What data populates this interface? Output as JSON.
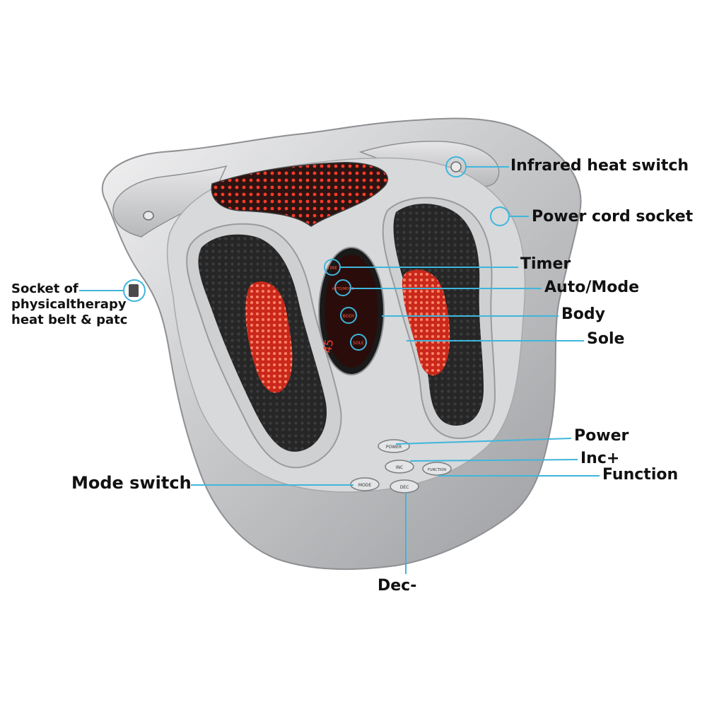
{
  "labels": {
    "infrared_heat_switch": "Infrared heat switch",
    "power_cord_socket": "Power cord socket",
    "timer": "Timer",
    "auto_mode": "Auto/Mode",
    "body": "Body",
    "sole": "Sole",
    "power": "Power",
    "inc": "Inc+",
    "function": "Function",
    "mode_switch": "Mode switch",
    "dec": "Dec-",
    "socket_line1": "Socket of",
    "socket_line2": "physicaltherapy",
    "socket_line3": "heat belt & patc"
  },
  "device_text": {
    "panel_timer": "TIME",
    "panel_auto": "AUTO/MODE",
    "panel_body": "BODY",
    "panel_sole": "SOLE",
    "display_digits": "45",
    "btn_power": "POWER",
    "btn_inc": "INC",
    "btn_function": "FUNCTION",
    "btn_mode": "MODE",
    "btn_dec": "DEC"
  },
  "colors": {
    "leader_line": "#3fb6dc",
    "red_glow": "#e0301e",
    "body_silver": "#c8c9cb"
  }
}
